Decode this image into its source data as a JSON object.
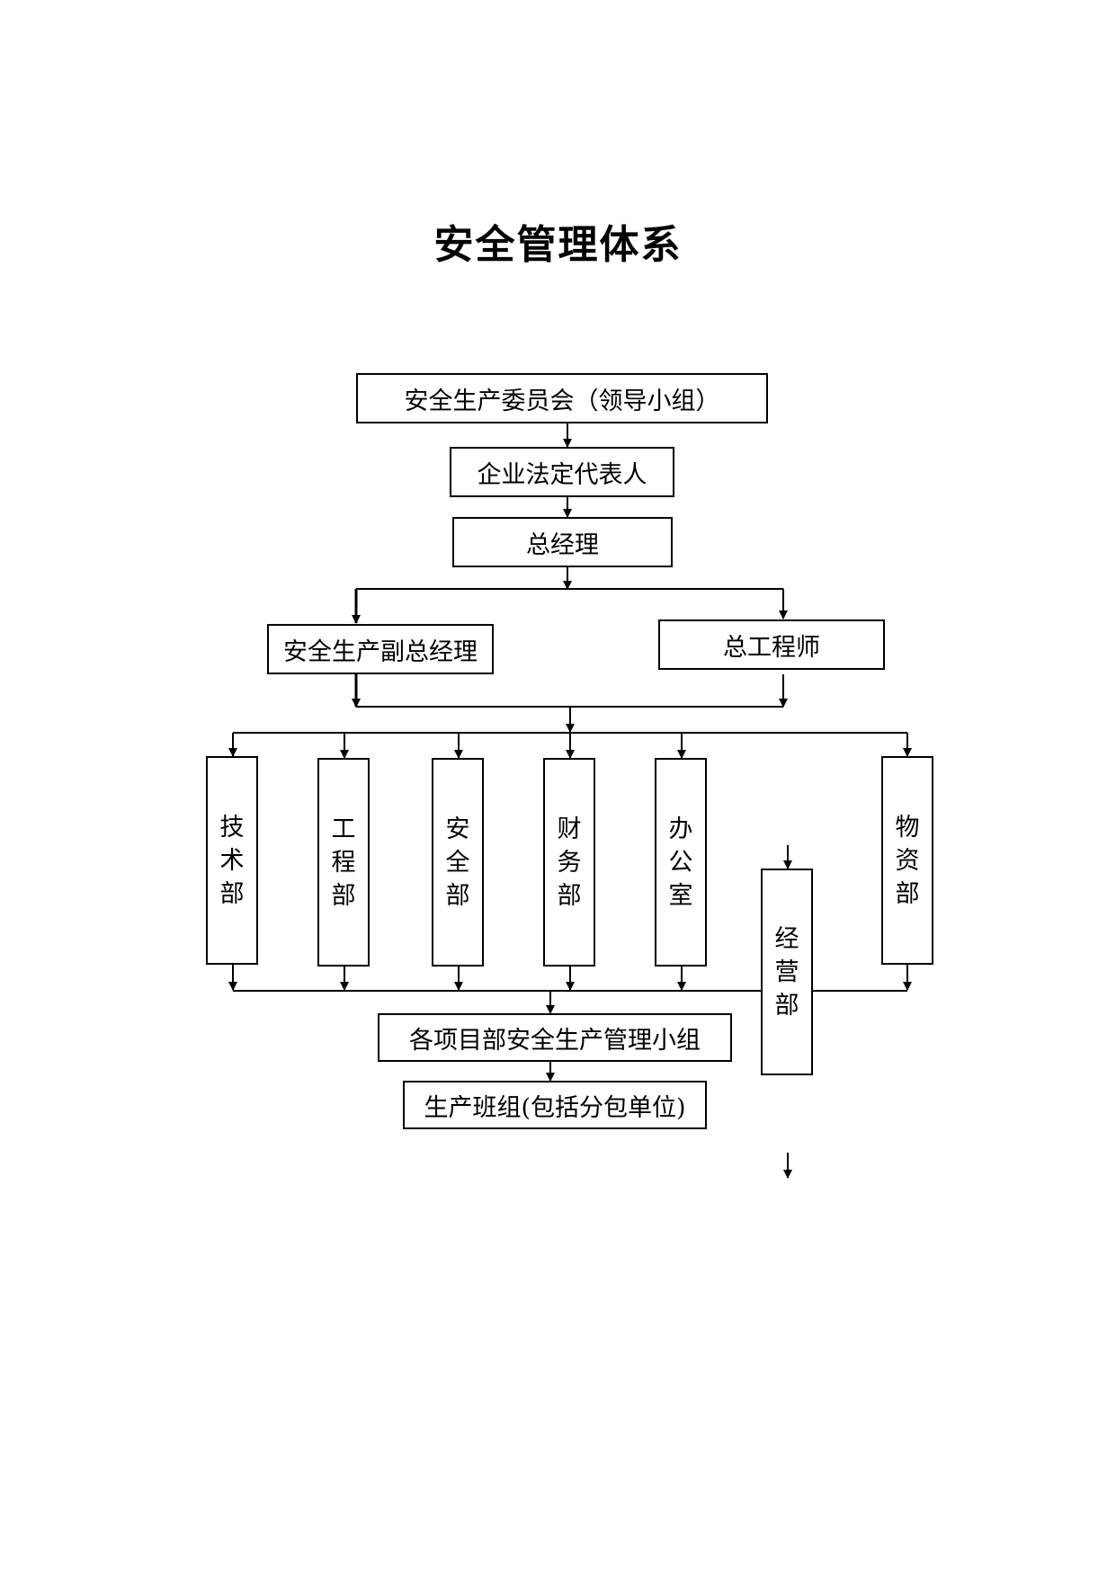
{
  "title": "安全管理体系",
  "nodes": {
    "committee": "安全生产委员会（领导小组）",
    "legal_rep": "企业法定代表人",
    "gm": "总经理",
    "safety_vgm": "安全生产副总经理",
    "chief_engineer": "总工程师",
    "tech_dept": "技术部",
    "eng_dept": "工程部",
    "safety_dept": "安全部",
    "finance_dept": "财务部",
    "office": "办公室",
    "business_dept": "经营部",
    "materials_dept": "物资部",
    "project_groups": "各项目部安全生产管理小组",
    "production_teams": "生产班组(包括分包单位)"
  }
}
